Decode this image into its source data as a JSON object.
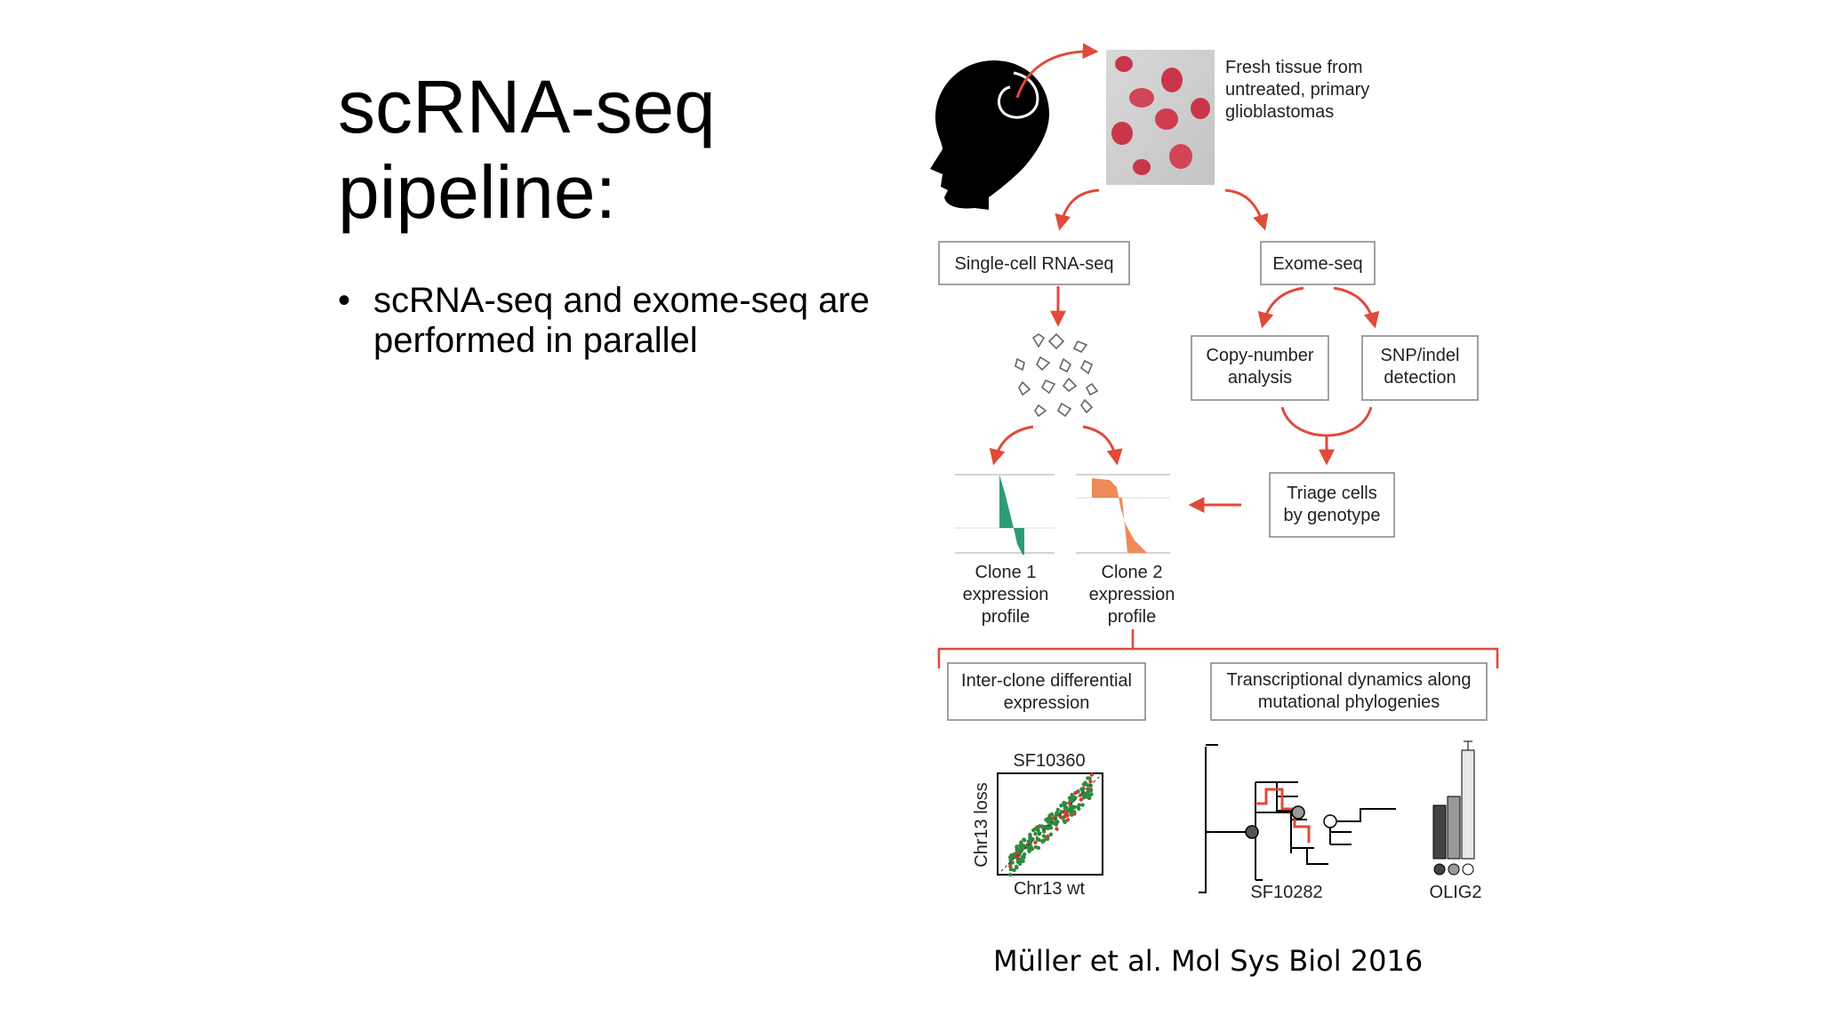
{
  "slide": {
    "title_line1": "scRNA-seq",
    "title_line2": "pipeline:",
    "bullets": [
      "scRNA-seq and exome-seq are performed in parallel"
    ],
    "citation": "Müller et al. Mol Sys Biol 2016"
  },
  "figure": {
    "tissue_label_lines": [
      "Fresh tissue from",
      "untreated, primary",
      "glioblastomas"
    ],
    "single_cell_box": "Single-cell RNA-seq",
    "exome_box": "Exome-seq",
    "copy_number_lines": [
      "Copy-number",
      "analysis"
    ],
    "snp_lines": [
      "SNP/indel",
      "detection"
    ],
    "triage_lines": [
      "Triage cells",
      "by genotype"
    ],
    "clone1_lines": [
      "Clone 1",
      "expression",
      "profile"
    ],
    "clone2_lines": [
      "Clone 2",
      "expression",
      "profile"
    ],
    "interclone_lines": [
      "Inter-clone differential",
      "expression"
    ],
    "transcriptional_lines": [
      "Transcriptional dynamics along",
      "mutational phylogenies"
    ],
    "scatter_title": "SF10360",
    "scatter_ylabel": "Chr13 loss",
    "scatter_xlabel": "Chr13 wt",
    "tree_label": "SF10282",
    "bar_label": "OLIG2"
  },
  "colors": {
    "arrow": "#e04a3a",
    "clone1": "#2f9a7a",
    "clone2": "#ef8a5a",
    "tissue": "#c9364a",
    "scatter_green": "#2e8b3e",
    "scatter_red": "#d33a2c"
  },
  "icons": {
    "head": "head-silhouette-icon",
    "cells": "cells-cluster-icon",
    "tissue": "tissue-photo-image"
  }
}
